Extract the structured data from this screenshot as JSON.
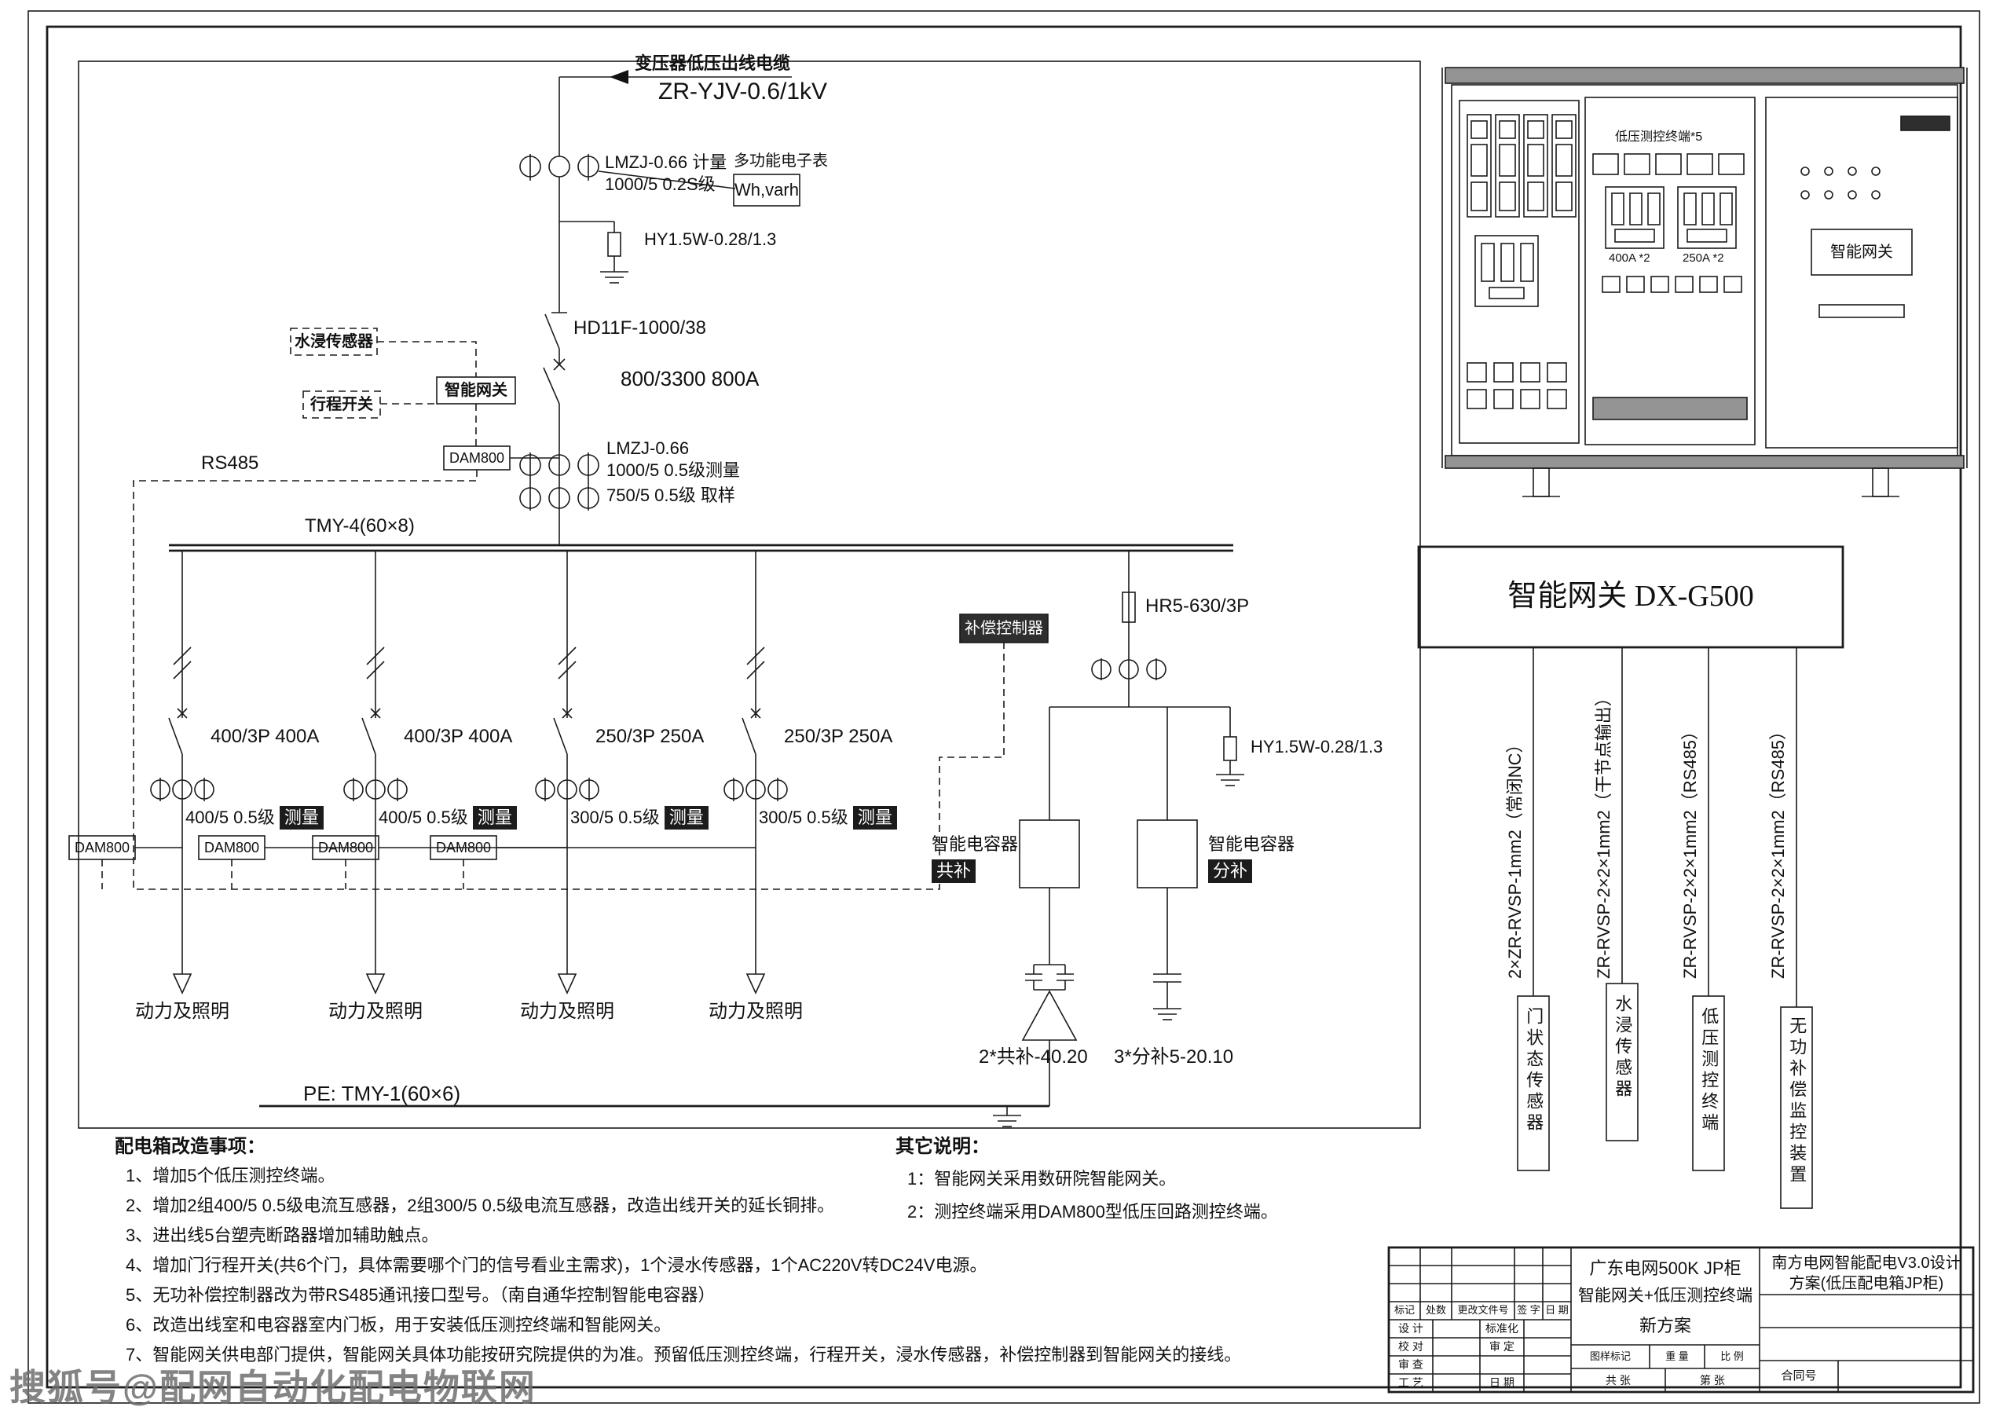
{
  "watermark": "搜狐号@配网自动化配电物联网",
  "incoming": {
    "cable_label": "变压器低压出线电缆",
    "cable_spec": "ZR-YJV-0.6/1kV",
    "ct1_line1": "LMZJ-0.66 计量",
    "ct1_line2": "1000/5 0.2S级",
    "meter_title": "多功能电子表",
    "meter_value": "Wh,varh",
    "arrester": "HY1.5W-0.28/1.3",
    "disconnect": "HD11F-1000/38",
    "breaker": "800/3300 800A",
    "ct2_line1": "LMZJ-0.66",
    "ct2_line2": "1000/5 0.5级测量",
    "ct2_line3": "750/5 0.5级 取样",
    "bus_label": "TMY-4(60×8)",
    "pe_label": "PE: TMY-1(60×6)"
  },
  "monitoring": {
    "water_sensor": "水浸传感器",
    "travel_switch": "行程开关",
    "gateway": "智能网关",
    "dam800": "DAM800",
    "rs485": "RS485"
  },
  "feeders": [
    {
      "breaker": "400/3P  400A",
      "ct": "400/5 0.5级",
      "ct_tag": "测量",
      "module": "DAM800",
      "load": "动力及照明"
    },
    {
      "breaker": "400/3P  400A",
      "ct": "400/5 0.5级",
      "ct_tag": "测量",
      "module": "DAM800",
      "load": "动力及照明"
    },
    {
      "breaker": "250/3P  250A",
      "ct": "300/5 0.5级",
      "ct_tag": "测量",
      "module": "DAM800",
      "load": "动力及照明"
    },
    {
      "breaker": "250/3P  250A",
      "ct": "300/5 0.5级",
      "ct_tag": "测量",
      "module": "DAM800",
      "load": "动力及照明"
    }
  ],
  "compensation": {
    "controller": "补偿控制器",
    "fuse": "HR5-630/3P",
    "arrester": "HY1.5W-0.28/1.3",
    "cap_common": "智能电容器",
    "cap_common_tag": "共补",
    "cap_split": "智能电容器",
    "cap_split_tag": "分补",
    "common_rating": "2*共补-40.20",
    "split_rating": "3*分补5-20.10"
  },
  "notes": {
    "title": "配电箱改造事项：",
    "items": [
      "1、增加5个低压测控终端。",
      "2、增加2组400/5 0.5级电流互感器，2组300/5 0.5级电流互感器，改造出线开关的延长铜排。",
      "3、进出线5台塑壳断路器增加辅助触点。",
      "4、增加门行程开关(共6个门，具体需要哪个门的信号看业主需求)，1个浸水传感器，1个AC220V转DC24V电源。",
      "5、无功补偿控制器改为带RS485通讯接口型号。（南自通华控制智能电容器）",
      "6、改造出线室和电容器室内门板，用于安装低压测控终端和智能网关。",
      "7、智能网关供电部门提供，智能网关具体功能按研究院提供的为准。预留低压测控终端，行程开关，浸水传感器，补偿控制器到智能网关的接线。"
    ]
  },
  "other_notes": {
    "title": "其它说明：",
    "items": [
      "1：智能网关采用数研院智能网关。",
      "2：测控终端采用DAM800型低压回路测控终端。"
    ]
  },
  "cabinet": {
    "terminal_label": "低压测控终端*5",
    "group1_label": "400A *2",
    "group2_label": "250A *2",
    "gateway_label": "智能网关"
  },
  "gateway_panel": {
    "title": "智能网关 DX-G500",
    "cables": [
      {
        "spec": "2×ZR-RVSP-1mm2（常闭NC）",
        "device": "门状态传感器"
      },
      {
        "spec": "ZR-RVSP-2×2×1mm2（干节点输出）",
        "device": "水浸传感器"
      },
      {
        "spec": "ZR-RVSP-2×2×1mm2（RS485）",
        "device": "低压测控终端"
      },
      {
        "spec": "ZR-RVSP-2×2×1mm2（RS485）",
        "device": "无功补偿监控装置"
      }
    ]
  },
  "title_block": {
    "product_line1": "广东电网500K JP柜",
    "product_line2": "智能网关+低压测控终端",
    "product_line3": "新方案",
    "scheme_line1": "南方电网智能配电V3.0设计",
    "scheme_line2": "方案(低压配电箱JP柜)",
    "rev_headers": [
      "标记",
      "处数",
      "更改文件号",
      "签 字",
      "日 期"
    ],
    "roles": [
      [
        "设 计",
        "标准化"
      ],
      [
        "校 对",
        "审 定"
      ],
      [
        "审 查",
        ""
      ],
      [
        "工 艺",
        "日 期"
      ]
    ],
    "stage_headers": [
      "图样标记",
      "重 量",
      "比 例"
    ],
    "sheet_total": "共  张",
    "sheet_no": "第  张",
    "contract": "合同号"
  }
}
